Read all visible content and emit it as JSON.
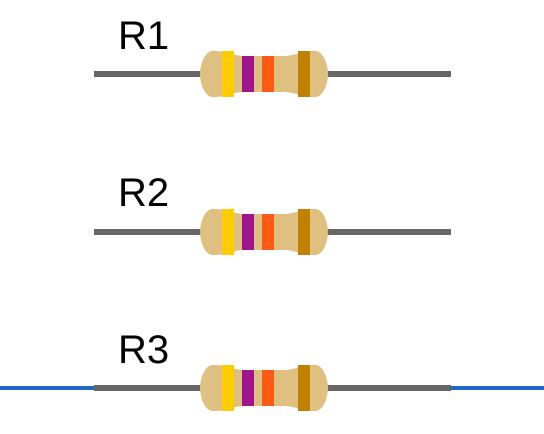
{
  "resistors": [
    {
      "label": "R1",
      "bands": [
        "#FFCC00",
        "#A0148E",
        "#FF5A14",
        "#C08000"
      ],
      "wire_connected": false
    },
    {
      "label": "R2",
      "bands": [
        "#FFCC00",
        "#A0148E",
        "#FF5A14",
        "#C08000"
      ],
      "wire_connected": false
    },
    {
      "label": "R3",
      "bands": [
        "#FFCC00",
        "#A0148E",
        "#FF5A14",
        "#C08000"
      ],
      "wire_connected": true
    }
  ],
  "colors": {
    "body": "#E0C080",
    "lead": "#666666",
    "wire": "#2266CC"
  }
}
